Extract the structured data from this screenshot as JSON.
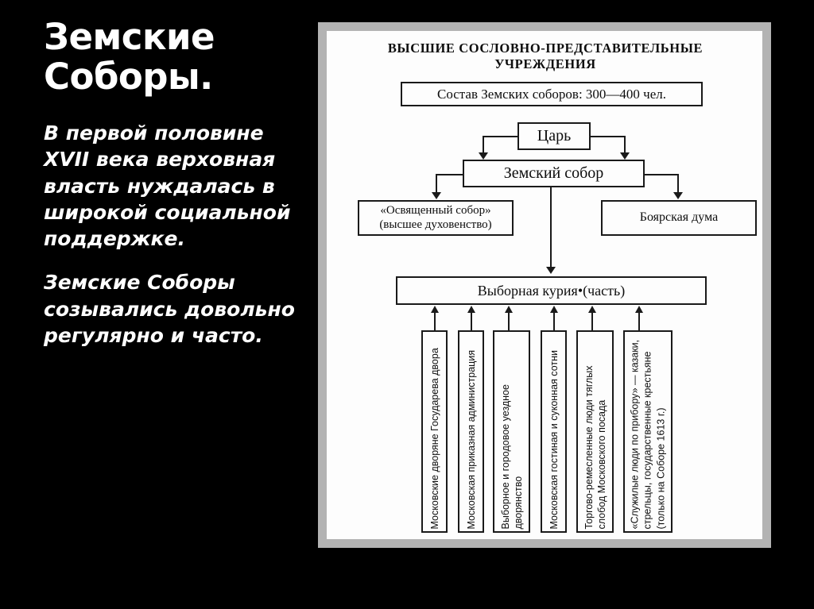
{
  "slide": {
    "background_color": "#000000",
    "text_color": "#ffffff",
    "title": "Земские\nСоборы.",
    "paragraphs": [
      "В первой половине XVII века верховная власть нуждалась в широкой социальной поддержке.",
      "Земские Соборы созывались довольно регулярно и часто."
    ]
  },
  "diagram": {
    "frame_color": "#b3b3b3",
    "canvas_color": "#fdfdfd",
    "line_color": "#1a1a1a",
    "heading": "ВЫСШИЕ СОСЛОВНО-ПРЕДСТАВИТЕЛЬНЫЕ\nУЧРЕЖДЕНИЯ",
    "nodes": {
      "composition": "Состав Земских соборов: 300—400 чел.",
      "tsar": "Царь",
      "zemsky_sobor": "Земский собор",
      "osvyashchenny_sobor": "«Освященный собор»\n(высшее духовенство)",
      "boyarskaya_duma": "Боярская дума",
      "vybornaya_kuria": "Выборная курия•(часть)"
    },
    "curia_members": [
      "Московские дворяне Государева двора",
      "Московская приказная администрация",
      "Выборное и городовое уездное\nдворянство",
      "Московская гостиная и суконная сотни",
      "Торгово-ремесленные люди тяглых\nслобод Московского посада",
      "«Служилые люди по прибору» — казаки,\nстрельцы, государственные крестьяне\n(только на Соборе 1613 г.)"
    ]
  }
}
